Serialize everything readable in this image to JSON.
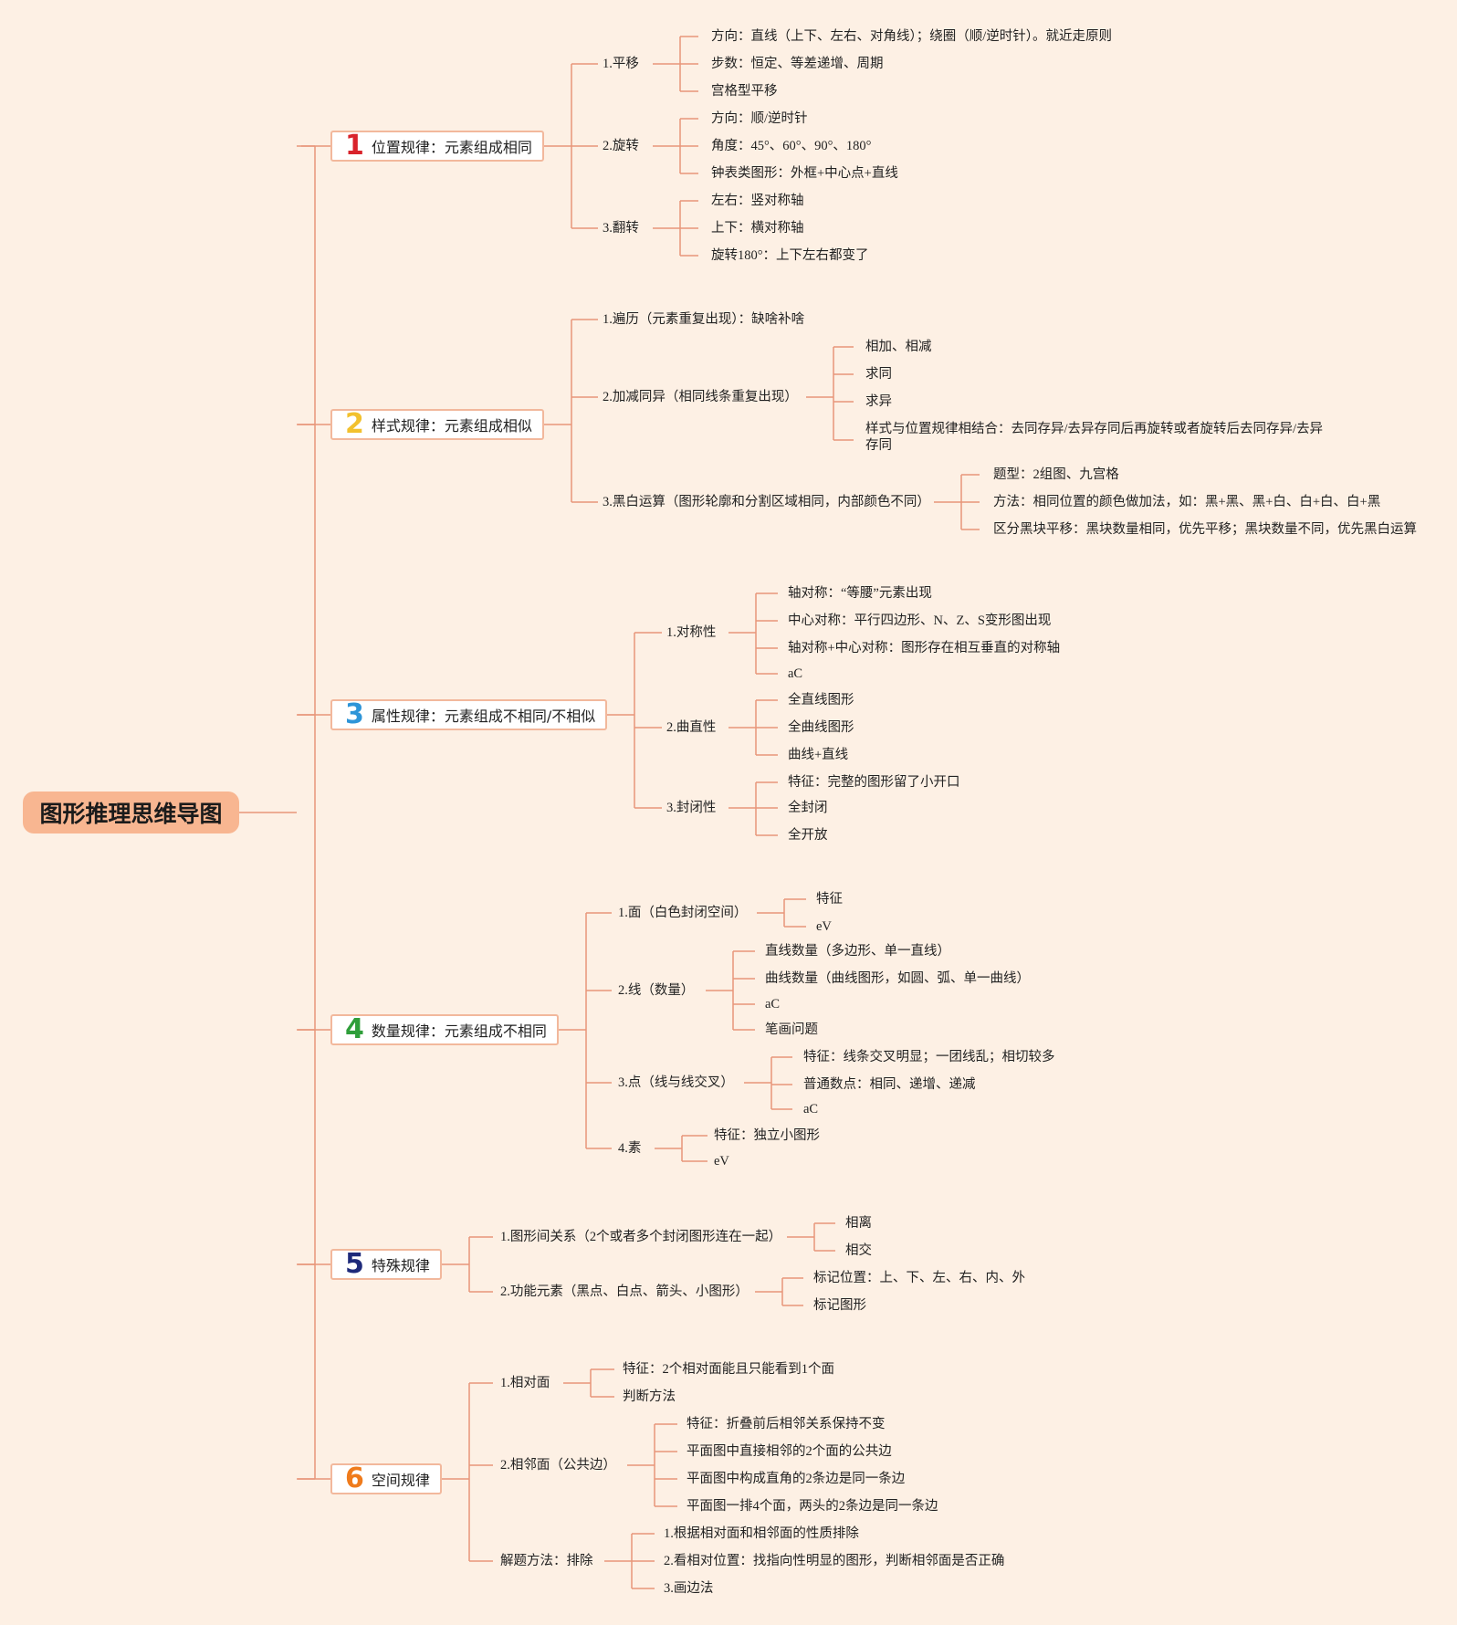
{
  "title": "图形推理思维导图",
  "categories": [
    {
      "num": "1",
      "num_color": "#d9232b",
      "label": "位置规律：元素组成相同"
    },
    {
      "num": "2",
      "num_color": "#f2c12e",
      "label": "样式规律：元素组成相似"
    },
    {
      "num": "3",
      "num_color": "#2e95d8",
      "label": "属性规律：元素组成不相同/不相似"
    },
    {
      "num": "4",
      "num_color": "#2f9e3a",
      "label": "数量规律：元素组成不相同"
    },
    {
      "num": "5",
      "num_color": "#1e2a7a",
      "label": "特殊规律"
    },
    {
      "num": "6",
      "num_color": "#ef7b1c",
      "label": "空间规律"
    }
  ],
  "c1": {
    "pingyi": {
      "label": "1.平移",
      "items": [
        "方向：直线（上下、左右、对角线）；绕圈（顺/逆时针）。就近走原则",
        "步数：恒定、等差递增、周期",
        "宫格型平移"
      ]
    },
    "xuanzhuan": {
      "label": "2.旋转",
      "items": [
        "方向：顺/逆时针",
        "角度：45°、60°、90°、180°",
        "钟表类图形：外框+中心点+直线"
      ]
    },
    "fanzhuan": {
      "label": "3.翻转",
      "items": [
        "左右：竖对称轴",
        "上下：横对称轴",
        "旋转180°：上下左右都变了"
      ]
    }
  },
  "c2": {
    "bianli": "1.遍历（元素重复出现）：缺啥补啥",
    "jiajian": {
      "label": "2.加减同异（相同线条重复出现）",
      "items": [
        "相加、相减",
        "求同",
        "求异",
        "样式与位置规律相结合：去同存异/去异存同后再旋转或者旋转后去同存异/去异存同"
      ]
    },
    "heibai": {
      "label": "3.黑白运算（图形轮廓和分割区域相同，内部颜色不同）",
      "items": [
        "题型：2组图、九宫格",
        "方法：相同位置的颜色做加法，如：黑+黑、黑+白、白+白、白+黑",
        "区分黑块平移：黑块数量相同，优先平移；黑块数量不同，优先黑白运算"
      ]
    }
  },
  "c3": {
    "duichen": {
      "label": "1.对称性",
      "items": [
        "轴对称：“等腰”元素出现",
        "中心对称：平行四边形、N、Z、S变形图出现",
        "轴对称+中心对称：图形存在相互垂直的对称轴",
        "aC"
      ]
    },
    "quzhi": {
      "label": "2.曲直性",
      "items": [
        "全直线图形",
        "全曲线图形",
        "曲线+直线"
      ]
    },
    "fengbi": {
      "label": "3.封闭性",
      "items": [
        "特征：完整的图形留了小开口",
        "全封闭",
        "全开放"
      ]
    }
  },
  "c4": {
    "mian": {
      "label": "1.面（白色封闭空间）",
      "items": [
        "特征",
        "eV"
      ]
    },
    "xian": {
      "label": "2.线（数量）",
      "items": [
        "直线数量（多边形、单一直线）",
        "曲线数量（曲线图形，如圆、弧、单一曲线）",
        "aC",
        "笔画问题"
      ]
    },
    "dian": {
      "label": "3.点（线与线交叉）",
      "items": [
        "特征：线条交叉明显；一团线乱；相切较多",
        "普通数点：相同、递增、递减",
        "aC"
      ]
    },
    "su": {
      "label": "4.素",
      "items": [
        "特征：独立小图形",
        "eV"
      ]
    }
  },
  "c5": {
    "guanxi": {
      "label": "1.图形间关系（2个或者多个封闭图形连在一起）",
      "items": [
        "相离",
        "相交"
      ]
    },
    "gongneng": {
      "label": "2.功能元素（黑点、白点、箭头、小图形）",
      "items": [
        "标记位置：上、下、左、右、内、外",
        "标记图形"
      ]
    }
  },
  "c6": {
    "xiangdui": {
      "label": "1.相对面",
      "items": [
        "特征：2个相对面能且只能看到1个面",
        "判断方法"
      ]
    },
    "xianglin": {
      "label": "2.相邻面（公共边）",
      "items": [
        "特征：折叠前后相邻关系保持不变",
        "平面图中直接相邻的2个面的公共边",
        "平面图中构成直角的2条边是同一条边",
        "平面图一排4个面，两头的2条边是同一条边"
      ]
    },
    "jieti": {
      "label": "解题方法：排除",
      "items": [
        "1.根据相对面和相邻面的性质排除",
        "2.看相对位置：找指向性明显的图形，判断相邻面是否正确",
        "3.画边法"
      ]
    }
  }
}
